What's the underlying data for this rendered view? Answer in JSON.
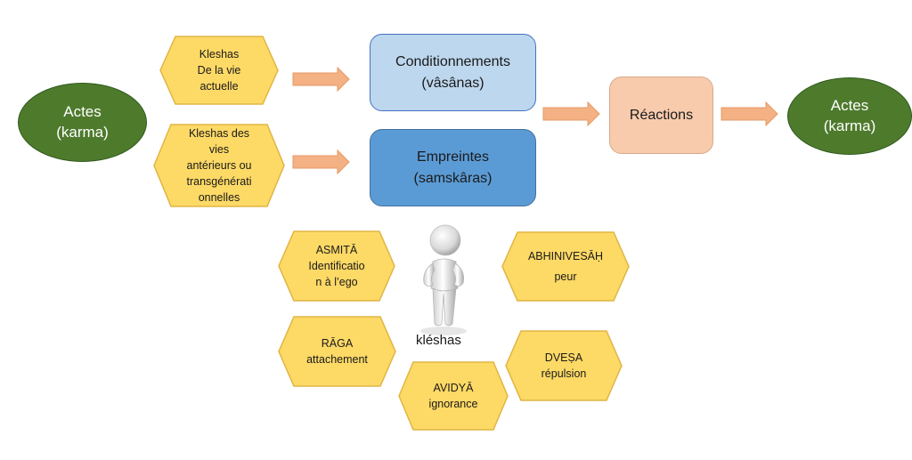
{
  "actes_left": {
    "label": "Actes\n(karma)"
  },
  "actes_right": {
    "label": "Actes\n(karma)"
  },
  "kleshas_current": {
    "label": "Kleshas\nDe la vie\nactuelle"
  },
  "kleshas_past": {
    "label": "Kleshas des\nvies\nantérieurs ou\ntransgénérati\nonnelles"
  },
  "conditionnements": {
    "label": "Conditionnements\n(vâsânas)"
  },
  "empreintes": {
    "label": "Empreintes\n(samskâras)"
  },
  "reactions": {
    "label": "Réactions"
  },
  "kleshas_center": {
    "label": "kléshas"
  },
  "klesha_types": {
    "asmita": "ASMITĀ\nIdentificatio\nn à l’ego",
    "abhinivesa": "ABHINIVESĀḤ\npeur",
    "raga": "RĀGA\nattachement",
    "dvesa": "DVEṢA\nrépulsion",
    "avidya": "AVIDYĀ\nignorance"
  },
  "colors": {
    "ellipse_fill": "#4e7a2c",
    "hexagon_fill": "#fdd966",
    "hexagon_stroke": "#e0b545",
    "arrow_fill": "#f4b183",
    "arrow_stroke": "#e59a66",
    "conditionnements_fill": "#bdd7ee",
    "empreintes_fill": "#5b9bd5",
    "reactions_fill": "#f8cbad"
  },
  "icons": {
    "figure": "thinking-person-figure"
  }
}
